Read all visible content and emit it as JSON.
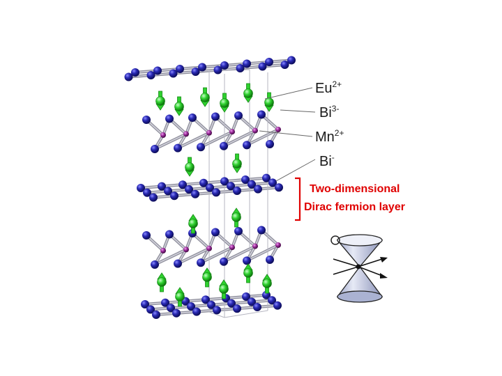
{
  "labels": {
    "eu": {
      "base": "Eu",
      "sup": "2+"
    },
    "bi3": {
      "base": "Bi",
      "sup": "3-"
    },
    "mn": {
      "base": "Mn",
      "sup": "2+"
    },
    "bi1": {
      "base": "Bi",
      "sup": "-"
    }
  },
  "annotation": {
    "line1": "Two-dimensional",
    "line2": "Dirac fermion layer"
  },
  "colors": {
    "bi_atom": "#2a2ab5",
    "mn_atom": "#9a2a9a",
    "spin_arrow": "#33dd33",
    "bond": "#a7a7b4",
    "annotation": "#e00000",
    "cone": "#c9cfe6"
  },
  "icons": [
    "spin-up-arrow",
    "spin-down-arrow",
    "dirac-cone-icon"
  ]
}
